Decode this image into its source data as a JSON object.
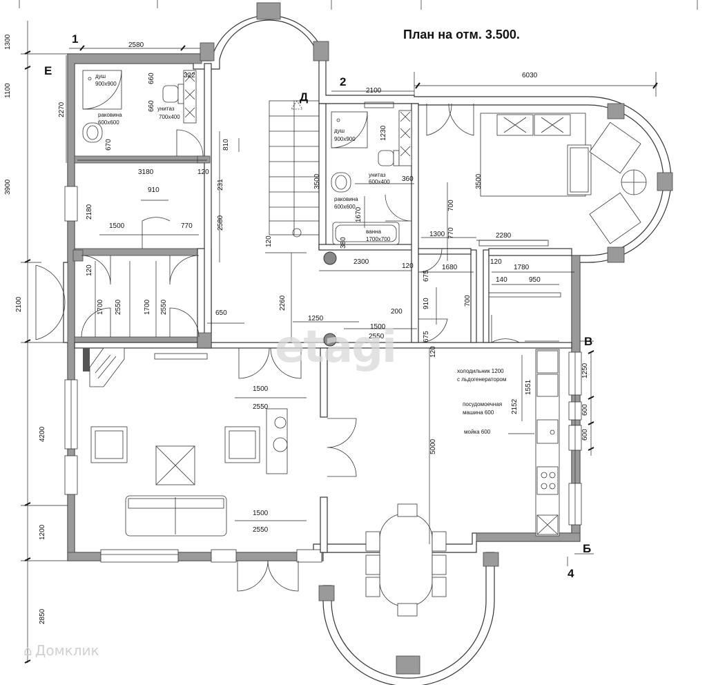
{
  "title": "План на отм. 3.500.",
  "watermark": "etagi",
  "logo": "Домклик",
  "axes": {
    "a1": "1",
    "a2": "2",
    "a4": "4",
    "aE": "Е",
    "aD": "Д",
    "aV": "В",
    "aB": "Б"
  },
  "rooms": {
    "shower1": "душ",
    "shower1_size": "900х900",
    "toilet1": "унитаз",
    "toilet1_size": "700х400",
    "sink1": "раковина",
    "sink1_size": "600х600",
    "shower2": "душ",
    "shower2_size": "900х900",
    "toilet2": "унитаз",
    "toilet2_size": "600х400",
    "sink2": "раковина",
    "sink2_size": "600х600",
    "bath": "ванна",
    "bath_size": "1700х700",
    "fridge1": "холодильник 1200",
    "fridge2": "с льдогенератором",
    "dishwasher1": "посудомоечная",
    "dishwasher2": "машина 600",
    "sinkk": "мойка 600"
  },
  "dims": {
    "d2580a": "2580",
    "d6030": "6030",
    "d2100a": "2100",
    "d1300": "1300",
    "d1100": "1100",
    "d3900": "3900",
    "d2100b": "2100",
    "d4200": "4200",
    "d1200": "1200",
    "d2850": "2850",
    "d2270": "2270",
    "d322": "322",
    "d660a": "660",
    "d660b": "660",
    "d670": "670",
    "d810": "810",
    "d231": "231",
    "d2580b": "2580",
    "d3180": "3180",
    "d120a": "120",
    "d910a": "910",
    "d2180": "2180",
    "d1500a": "1500",
    "d770a": "770",
    "d120b": "120",
    "d1700a": "1700",
    "d2550a": "2550",
    "d1700b": "1700",
    "d2550b": "2550",
    "d650": "650",
    "d3500a": "3500",
    "d120c": "120",
    "d2260": "2260",
    "d1250": "1250",
    "d1500b": "1500",
    "d2550c": "2550",
    "d200": "200",
    "d2300": "2300",
    "d1230": "1230",
    "d360": "360",
    "d1670": "1670",
    "d380": "380",
    "d120d": "120",
    "d675a": "675",
    "d910b": "910",
    "d675b": "675",
    "d120e": "120",
    "d3500b": "3500",
    "d700a": "700",
    "d770b": "770",
    "d1300b": "1300",
    "d2280": "2280",
    "d1680": "1680",
    "d700b": "700",
    "d120f": "120",
    "d1780": "1780",
    "d140": "140",
    "d950": "950",
    "d1551": "1551",
    "d2152": "2152",
    "d5000": "5000",
    "d1250b": "1250",
    "d600a": "600",
    "d600b": "600",
    "d1500c": "1500",
    "d2550d": "2550",
    "d1500d": "1500",
    "d2550e": "2550"
  }
}
